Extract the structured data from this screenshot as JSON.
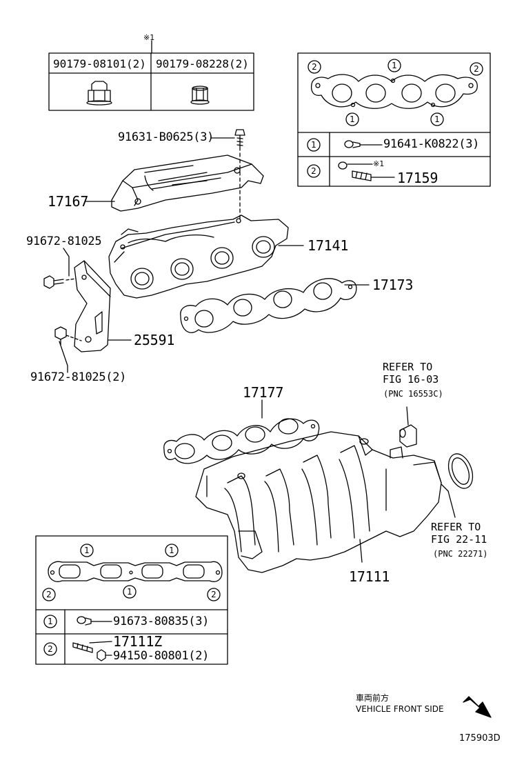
{
  "diagram_id": "175903D",
  "note_mark": "※1",
  "top_table": {
    "col1": "90179-08101(2)",
    "col2": "90179-08228(2)"
  },
  "parts": {
    "bolt_91631": "91631-B0625(3)",
    "heat_insulator": "17167",
    "exhaust_manifold": "17141",
    "gasket_exhaust": "17173",
    "bolt_91672": "91672-81025",
    "bolt_91672_2": "91672-81025(2)",
    "stay": "25591",
    "gasket_intake": "17177",
    "intake_manifold": "17111"
  },
  "exhaust_gasket_box": {
    "callouts": [
      "1",
      "2"
    ],
    "row1_part": "91641-K0822(3)",
    "row2_part": "17159"
  },
  "intake_gasket_box": {
    "callouts": [
      "1",
      "2"
    ],
    "row1_part": "91673-80835(3)",
    "row2_part_a": "17111Z",
    "row2_part_b": "94150-80801(2)"
  },
  "refer1": {
    "line1": "REFER TO",
    "line2": "FIG 16-03",
    "line3": "(PNC 16553C)"
  },
  "refer2": {
    "line1": "REFER TO",
    "line2": "FIG 22-11",
    "line3": "(PNC 22271)"
  },
  "direction": {
    "jp": "車両前方",
    "en": "VEHICLE FRONT SIDE"
  }
}
